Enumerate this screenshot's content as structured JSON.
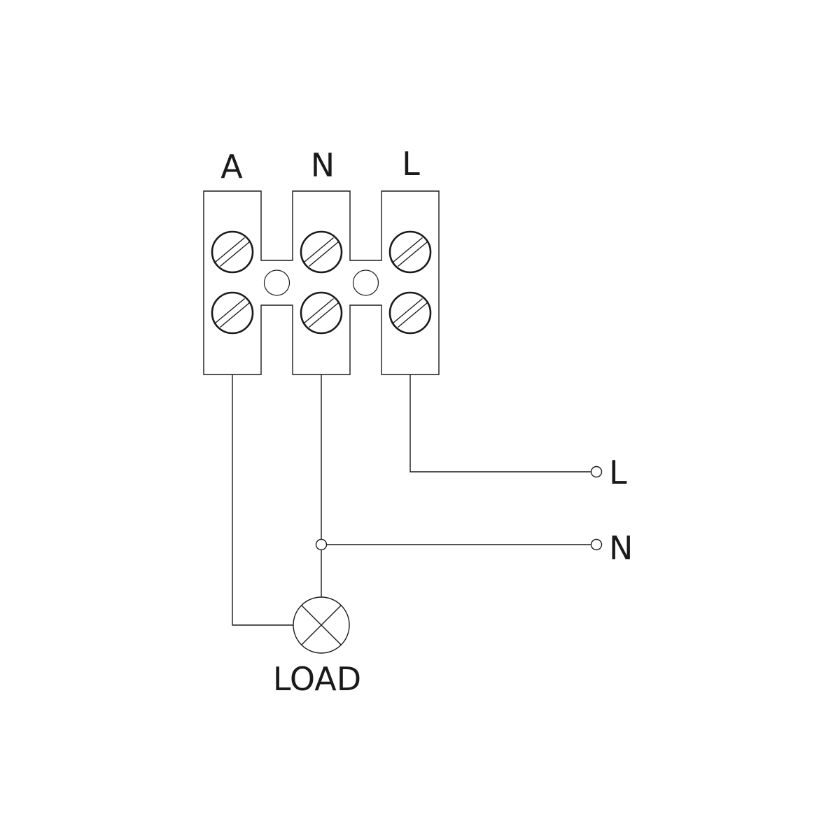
{
  "terminal_block": {
    "terminals": [
      {
        "id": "A",
        "label": "A"
      },
      {
        "id": "N",
        "label": "N"
      },
      {
        "id": "L",
        "label": "L"
      }
    ]
  },
  "supply": {
    "line_label": "L",
    "neutral_label": "N"
  },
  "load": {
    "label": "LOAD"
  }
}
